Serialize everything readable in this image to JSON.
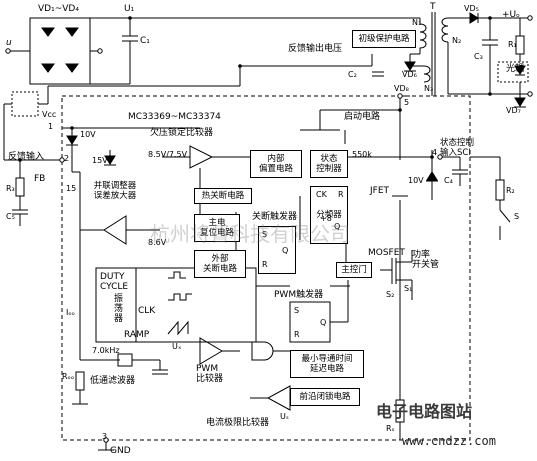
{
  "diagram": {
    "labels": {
      "vd1_vd4": "VD₁~VD₄",
      "u1": "U₁",
      "c1": "C₁",
      "u_in": "u",
      "t": "T",
      "n1": "N₁",
      "n2": "N₂",
      "n3": "N₃",
      "vd5": "VD₅",
      "vd6": "VD₆",
      "uo": "+Uₒ",
      "c3": "C₃",
      "r1": "R₁",
      "optocoupler": "光耦",
      "vd7": "VD₇",
      "feedback_voltage": "反馈输出电压",
      "c2": "C₂",
      "vd8": "VD₈",
      "vcc": "Vᴄᴄ",
      "chip": "MC33369~MC33374",
      "uvlo": "欠压锁定比较器",
      "startup": "启动电路",
      "v_ref": "8.5V/7.5V",
      "r550": "550k",
      "status_input": "状态控制\n输入SCI",
      "pin1": "1",
      "pin2": "2",
      "pin3": "3",
      "pin4": "4",
      "pin5": "5",
      "z10v_a": "10V",
      "z15v": "15V",
      "z10v_b": "10V",
      "feedback_input": "反馈输入",
      "fb": "FB",
      "r3": "R₃",
      "c5": "C₅",
      "pin15": "15",
      "c4": "C₄",
      "r2": "R₂",
      "s_switch": "S",
      "jfet": "JFET",
      "ifb": "Iₒₒ",
      "rfb": "Rₒₒ",
      "v86": "8.6V",
      "mosfet": "MOSFET",
      "power_switch": "功率\n开关管",
      "s1": "S₁",
      "s2": "S₂",
      "clk_freq": "7.0kHz",
      "lowpass": "低通滤波器",
      "pwm_cmp": "PWM\n比较器",
      "ux": "Uₓ",
      "us": "Uₛ",
      "ilim_cmp": "电流极限比较器",
      "rs": "Rₛ",
      "gnd": "GND",
      "ck": "CK",
      "r_pin": "R",
      "q_pin": "Q",
      "s_pin": "S",
      "r_pin2": "R",
      "q_pin2": "Q",
      "s_pin2": "S",
      "r_pin3": "R",
      "q_pin3": "Q",
      "plus_minus": "+8",
      "duty": "DUTY\nCYCLE",
      "clk": "CLK",
      "ramp": "RAMP",
      "oscillator": "振\n荡\n器",
      "pwm_ff": "PWM触发器",
      "shutdown_ff": "关断触发器"
    },
    "boxes": {
      "primary_protect": "初级保护电路",
      "internal_bias": "内部\n偏置电路",
      "state_controller": "状态\n控制器",
      "thermal_shutdown": "热关断电路",
      "main_reset": "主电\n复位电路",
      "divider": "分频器",
      "ext_shutdown": "外部\n关断电路",
      "gate_ctrl": "主控门",
      "error_amp": "并联调整器\n误差放大器",
      "min_on_time": "最小导通时间\n延迟电路",
      "leading_edge": "前沿闭锁电路"
    },
    "watermarks": {
      "cn": "杭州将督科技有限公司",
      "site_cn": "电子电路图站",
      "site_url": "www.cndzz.com"
    }
  }
}
